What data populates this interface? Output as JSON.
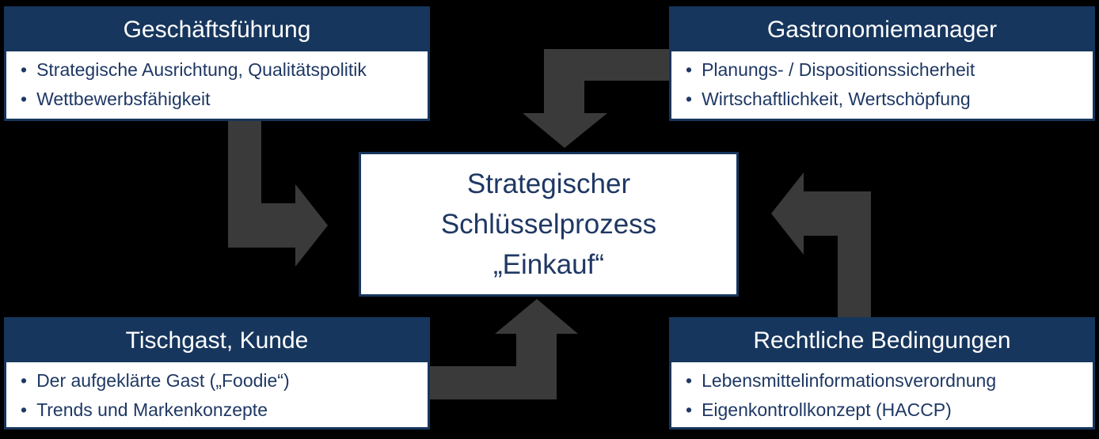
{
  "center": {
    "lines": [
      "Strategischer",
      "Schlüsselprozess",
      "„Einkauf“"
    ]
  },
  "boxes": [
    {
      "title": "Geschäftsführung",
      "bullets": [
        "Strategische Ausrichtung, Qualitätspolitik",
        "Wettbewerbsfähigkeit"
      ]
    },
    {
      "title": "Gastronomiemanager",
      "bullets": [
        "Planungs- / Dispositionssicherheit",
        "Wirtschaftlichkeit, Wertschöpfung"
      ]
    },
    {
      "title": "Tischgast, Kunde",
      "bullets": [
        "Der aufgeklärte Gast („Foodie“)",
        "Trends und Markenkonzepte"
      ]
    },
    {
      "title": "Rechtliche Bedingungen",
      "bullets": [
        "Lebensmittelinformationsverordnung",
        "Eigenkontrollkonzept (HACCP)"
      ]
    }
  ],
  "arrows": [
    {
      "name": "geschaeftsfuehrung-to-center",
      "direction": "down-then-right"
    },
    {
      "name": "gastronomiemanager-to-center",
      "direction": "left-then-down"
    },
    {
      "name": "tischgast-to-center",
      "direction": "right-then-up"
    },
    {
      "name": "rechtliche-bedingungen-to-center",
      "direction": "up-then-left"
    }
  ],
  "colors": {
    "background": "#000000",
    "navy": "#17365d",
    "text_navy": "#1f3864",
    "box_background": "#ffffff",
    "arrow_gray": "#3a3a3a"
  }
}
